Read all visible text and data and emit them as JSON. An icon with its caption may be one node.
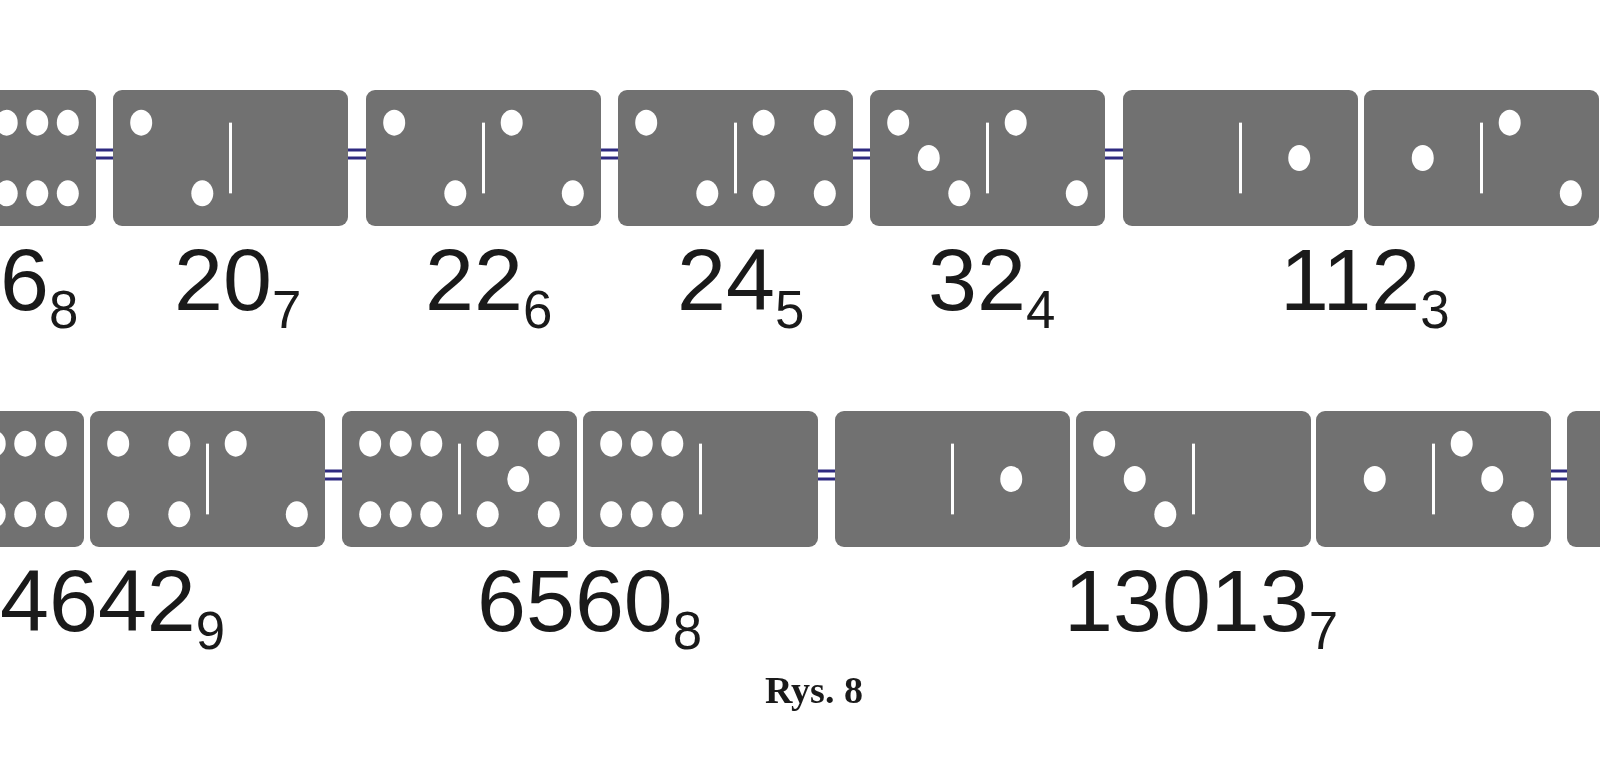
{
  "diagram": {
    "caption": "Rys. 8",
    "nodes": [
      {
        "text": [],
        "shape": "domino"
      },
      {
        "text": [],
        "shape": "domino"
      },
      {
        "text": [],
        "shape": "domino"
      },
      {
        "text": [],
        "shape": "domino"
      },
      {
        "text": [],
        "shape": "domino"
      },
      {
        "text": [],
        "shape": "domino"
      },
      {
        "text": [],
        "shape": "domino"
      },
      {
        "text": [],
        "shape": "domino"
      },
      {
        "text": [],
        "shape": "domino"
      },
      {
        "text": [],
        "shape": "domino"
      },
      {
        "text": [],
        "shape": "domino"
      },
      {
        "text": [],
        "shape": "domino"
      },
      {
        "text": [],
        "shape": "domino"
      },
      {
        "text": [],
        "shape": "domino"
      },
      {
        "text": [],
        "shape": "domino"
      }
    ],
    "edges": [
      {
        "from": 0,
        "to": 1,
        "arrow": "none"
      },
      {
        "from": 1,
        "to": 2,
        "arrow": "none"
      },
      {
        "from": 2,
        "to": 3,
        "arrow": "none"
      },
      {
        "from": 3,
        "to": 4,
        "arrow": "none"
      },
      {
        "from": 4,
        "to": 5,
        "arrow": "none"
      },
      {
        "from": 8,
        "to": 9,
        "arrow": "none"
      },
      {
        "from": 10,
        "to": 11,
        "arrow": "none"
      },
      {
        "from": 13,
        "to": 14,
        "arrow": "none"
      }
    ],
    "labels": [
      "6$_{8}$",
      "20$_{7}$",
      "22$_{6}$",
      "24$_{5}$",
      "32$_{4}$",
      "112$_{3}$",
      "4642$_{9}$",
      "6560$_{8}$",
      "13013$_{7}$"
    ]
  }
}
